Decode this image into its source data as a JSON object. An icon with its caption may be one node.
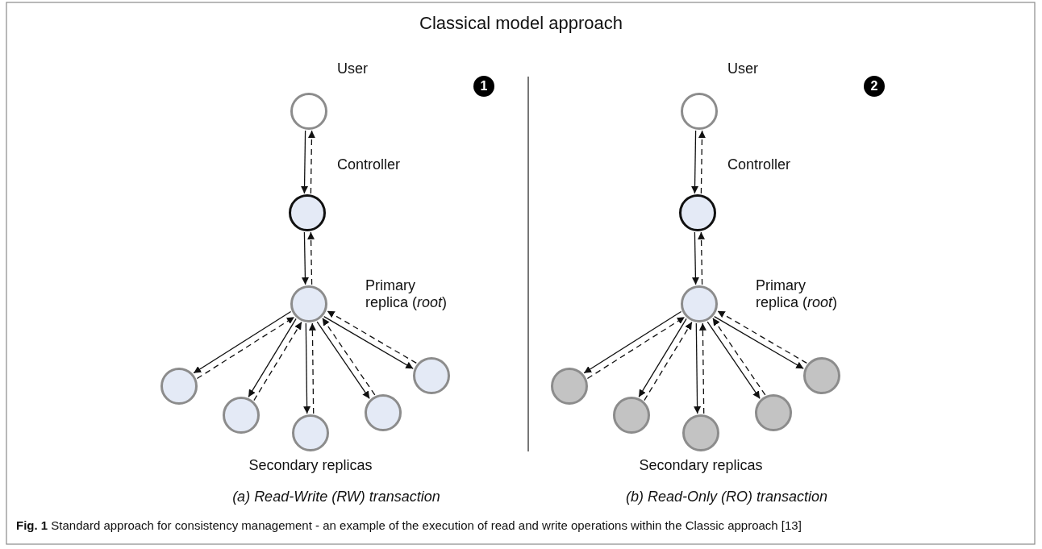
{
  "diagram": {
    "title": "Classical model approach",
    "caption": "**Fig. 1** Standard approach for consistency management - an example of the execution of read and write operations within the Classic approach [13]",
    "nodes": [
      {
        "text": [
          "1"
        ]
      },
      {
        "text": [
          "User"
        ]
      },
      {
        "text": [
          "Controller"
        ]
      },
      {
        "text": [
          "Primary replica (*root*)"
        ]
      },
      {
        "text": [],
        "shape": "circle"
      },
      {
        "text": [],
        "shape": "circle"
      },
      {
        "text": [],
        "shape": "circle"
      },
      {
        "text": [],
        "shape": "circle"
      },
      {
        "text": [],
        "shape": "circle"
      },
      {
        "text": [
          "2"
        ]
      },
      {
        "text": [
          "User"
        ]
      },
      {
        "text": [
          "Controller"
        ]
      },
      {
        "text": [
          "Primary replica (*root*)"
        ]
      },
      {
        "text": [],
        "shape": "circle"
      },
      {
        "text": [],
        "shape": "circle"
      },
      {
        "text": [],
        "shape": "circle"
      },
      {
        "text": [],
        "shape": "circle"
      },
      {
        "text": [],
        "shape": "circle"
      }
    ],
    "edges": [
      {
        "from": 1,
        "to": 2,
        "arrow": "to"
      },
      {
        "from": 2,
        "to": 1,
        "arrow": "to",
        "style": "dashed"
      },
      {
        "from": 2,
        "to": 3,
        "arrow": "to"
      },
      {
        "from": 3,
        "to": 2,
        "arrow": "to",
        "style": "dashed"
      },
      {
        "from": 3,
        "to": 4,
        "arrow": "to"
      },
      {
        "from": 4,
        "to": 3,
        "arrow": "to",
        "style": "dashed"
      },
      {
        "from": 3,
        "to": 5,
        "arrow": "to"
      },
      {
        "from": 5,
        "to": 3,
        "arrow": "to",
        "style": "dashed"
      },
      {
        "from": 3,
        "to": 6,
        "arrow": "to"
      },
      {
        "from": 6,
        "to": 3,
        "arrow": "to",
        "style": "dashed"
      },
      {
        "from": 3,
        "to": 7,
        "arrow": "to"
      },
      {
        "from": 7,
        "to": 3,
        "arrow": "to",
        "style": "dashed"
      },
      {
        "from": 3,
        "to": 8,
        "arrow": "to"
      },
      {
        "from": 8,
        "to": 3,
        "arrow": "to",
        "style": "dashed"
      },
      {
        "from": 10,
        "to": 11,
        "arrow": "to"
      },
      {
        "from": 11,
        "to": 10,
        "arrow": "to",
        "style": "dashed"
      },
      {
        "from": 11,
        "to": 12,
        "arrow": "to"
      },
      {
        "from": 12,
        "to": 11,
        "arrow": "to",
        "style": "dashed"
      },
      {
        "from": 12,
        "to": 13,
        "arrow": "to"
      },
      {
        "from": 13,
        "to": 12,
        "arrow": "to",
        "style": "dashed"
      },
      {
        "from": 12,
        "to": 14,
        "arrow": "to"
      },
      {
        "from": 14,
        "to": 12,
        "arrow": "to",
        "style": "dashed"
      },
      {
        "from": 12,
        "to": 15,
        "arrow": "to"
      },
      {
        "from": 15,
        "to": 12,
        "arrow": "to",
        "style": "dashed"
      },
      {
        "from": 12,
        "to": 16,
        "arrow": "to"
      },
      {
        "from": 16,
        "to": 12,
        "arrow": "to",
        "style": "dashed"
      },
      {
        "from": 12,
        "to": 17,
        "arrow": "to"
      },
      {
        "from": 17,
        "to": 12,
        "arrow": "to",
        "style": "dashed"
      }
    ],
    "labels": [
      "Secondary replicas",
      "(a) Read-Write (RW) transaction",
      "Secondary replicas",
      "(b) Read-Only (RO) transaction"
    ]
  }
}
